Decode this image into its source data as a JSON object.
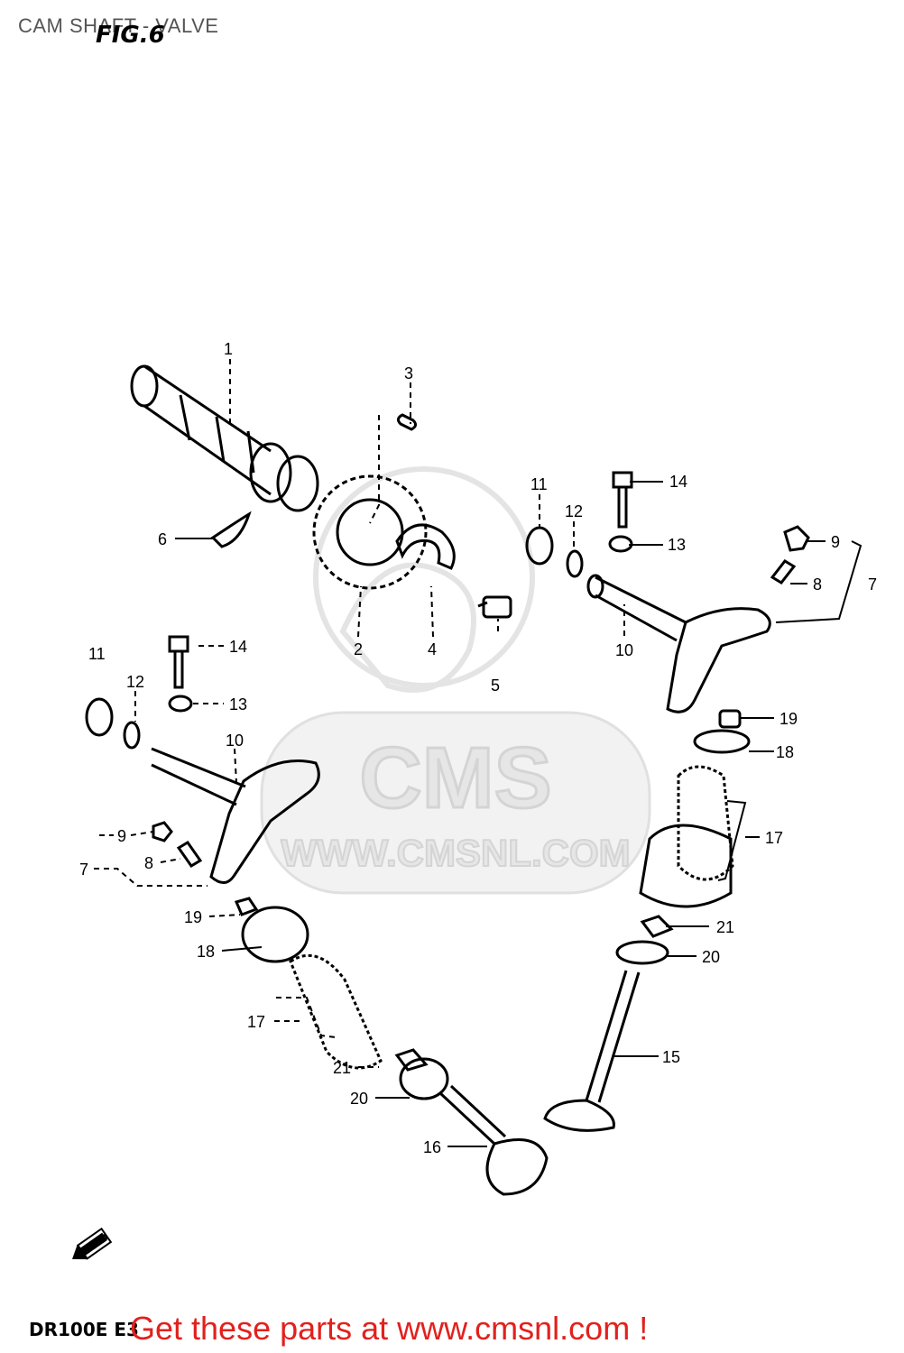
{
  "header": {
    "title": "CAM SHAFT - VALVE",
    "figure_label": "FIG.6"
  },
  "watermark": {
    "brand": "CMS",
    "url": "WWW.CMSNL.COM"
  },
  "callouts": [
    {
      "id": "c1",
      "label": "1"
    },
    {
      "id": "c2",
      "label": "2"
    },
    {
      "id": "c3",
      "label": "3"
    },
    {
      "id": "c4",
      "label": "4"
    },
    {
      "id": "c5",
      "label": "5"
    },
    {
      "id": "c6",
      "label": "6"
    },
    {
      "id": "c7r",
      "label": "7"
    },
    {
      "id": "c8r",
      "label": "8"
    },
    {
      "id": "c9r",
      "label": "9"
    },
    {
      "id": "c10r",
      "label": "10"
    },
    {
      "id": "c11r",
      "label": "11"
    },
    {
      "id": "c12r",
      "label": "12"
    },
    {
      "id": "c13r",
      "label": "13"
    },
    {
      "id": "c14r",
      "label": "14"
    },
    {
      "id": "c11l",
      "label": "11"
    },
    {
      "id": "c12l",
      "label": "12"
    },
    {
      "id": "c13l",
      "label": "13"
    },
    {
      "id": "c14l",
      "label": "14"
    },
    {
      "id": "c10l",
      "label": "10"
    },
    {
      "id": "c9l",
      "label": "9"
    },
    {
      "id": "c8l",
      "label": "8"
    },
    {
      "id": "c7l",
      "label": "7"
    },
    {
      "id": "c19r",
      "label": "19"
    },
    {
      "id": "c18r",
      "label": "18"
    },
    {
      "id": "c17r",
      "label": "17"
    },
    {
      "id": "c21r",
      "label": "21"
    },
    {
      "id": "c20r",
      "label": "20"
    },
    {
      "id": "c15",
      "label": "15"
    },
    {
      "id": "c19l",
      "label": "19"
    },
    {
      "id": "c18l",
      "label": "18"
    },
    {
      "id": "c17l",
      "label": "17"
    },
    {
      "id": "c21l",
      "label": "21"
    },
    {
      "id": "c20l",
      "label": "20"
    },
    {
      "id": "c16",
      "label": "16"
    }
  ],
  "direction_marker": "FWD",
  "footer": {
    "model_code": "DR100E E3",
    "promo_text": "Get these parts at www.cmsnl.com !"
  },
  "colors": {
    "promo": "#e1211d",
    "title": "#555555",
    "watermark": "#dddddd"
  }
}
